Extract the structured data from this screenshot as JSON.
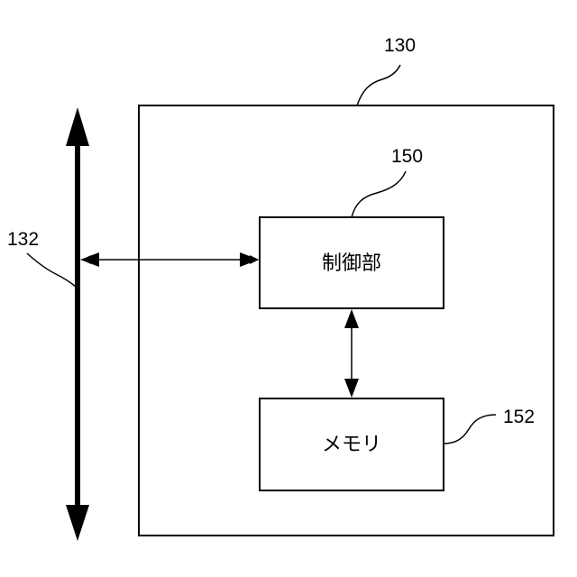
{
  "diagram": {
    "outer_box": {
      "ref": "130"
    },
    "bus": {
      "ref": "132"
    },
    "control_unit": {
      "label": "制御部",
      "ref": "150"
    },
    "memory": {
      "label": "メモリ",
      "ref": "152"
    }
  }
}
